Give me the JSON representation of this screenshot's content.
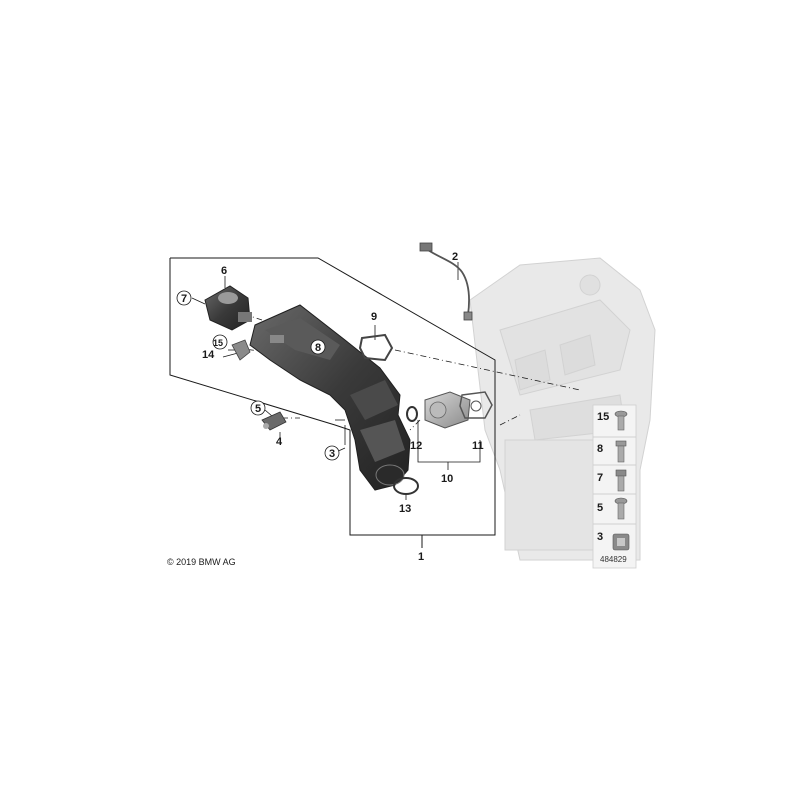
{
  "diagram": {
    "callouts": {
      "c1": "1",
      "c2": "2",
      "c3": "3",
      "c4": "4",
      "c5": "5",
      "c6": "6",
      "c7": "7",
      "c8": "8",
      "c9": "9",
      "c10": "10",
      "c11": "11",
      "c12": "12",
      "c13": "13",
      "c14": "14",
      "c15": "15"
    },
    "legend": {
      "items": [
        "15",
        "8",
        "7",
        "5",
        "3"
      ]
    },
    "copyright": "© 2019 BMW AG",
    "diagram_id": "484829"
  },
  "colors": {
    "part_dark": "#3a3a3a",
    "part_mid": "#6e6e6e",
    "part_light": "#9a9a9a",
    "engine_ghost": "#e6e6e6",
    "line": "#1a1a1a",
    "legend_bg": "#f2f2f2"
  }
}
